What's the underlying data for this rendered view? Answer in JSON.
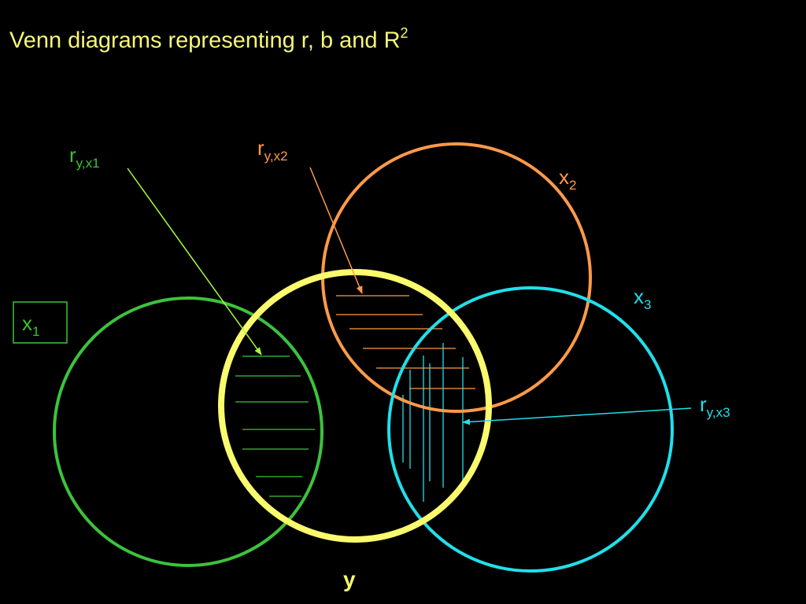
{
  "title": {
    "text": "Venn diagrams representing r, b and R",
    "superscript": "2"
  },
  "colors": {
    "background": "#000000",
    "title": "#f7f779",
    "x1": "#3cc33c",
    "x2": "#ff9a4a",
    "x3": "#1fe0ea",
    "y": "#fafa6e",
    "arrow_x1": "#a5ff3c"
  },
  "circles": [
    {
      "id": "x1",
      "label_base": "x",
      "label_sub": "1",
      "color_key": "x1",
      "boxed_label": true
    },
    {
      "id": "x2",
      "label_base": "x",
      "label_sub": "2",
      "color_key": "x2"
    },
    {
      "id": "x3",
      "label_base": "x",
      "label_sub": "3",
      "color_key": "x3"
    },
    {
      "id": "y",
      "label_base": "y",
      "label_sub": "",
      "color_key": "y"
    }
  ],
  "correlation_labels": [
    {
      "id": "r-y-x1",
      "base": "r",
      "sub": "y,x1",
      "color_key": "x1"
    },
    {
      "id": "r-y-x2",
      "base": "r",
      "sub": "y,x2",
      "color_key": "x2"
    },
    {
      "id": "r-y-x3",
      "base": "r",
      "sub": "y,x3",
      "color_key": "x3"
    }
  ]
}
